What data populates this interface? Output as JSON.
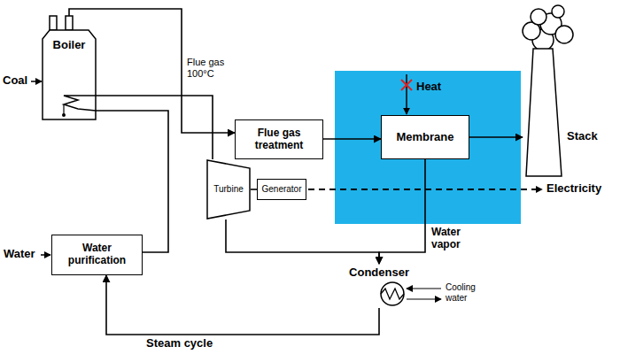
{
  "diagram": {
    "nodes": [
      {
        "text": [
          "Boiler"
        ]
      },
      {
        "text": [
          "Flue gas treatment"
        ]
      },
      {
        "text": [
          "Membrane"
        ]
      },
      {
        "text": [
          "Stack"
        ]
      },
      {
        "text": [
          "Turbine"
        ]
      },
      {
        "text": [
          "Generator"
        ]
      },
      {
        "text": [
          "Water purification"
        ]
      },
      {
        "text": [
          "Condenser"
        ]
      }
    ],
    "edges": [
      {
        "from": 0,
        "to": 1,
        "label": "Flue gas 100°C",
        "arrow": "to"
      },
      {
        "from": 1,
        "to": 2,
        "arrow": "to"
      },
      {
        "from": 2,
        "to": 3,
        "arrow": "to"
      },
      {
        "from": 0,
        "to": 4,
        "arrow": "none"
      },
      {
        "from": 4,
        "to": 5,
        "arrow": "none"
      },
      {
        "from": 2,
        "to": 7,
        "label": "Water vapor",
        "arrow": "to"
      },
      {
        "from": 4,
        "to": 7,
        "arrow": "to"
      },
      {
        "from": 7,
        "to": 6,
        "label": "Steam cycle",
        "arrow": "to"
      },
      {
        "from": 6,
        "to": 0,
        "arrow": "none"
      }
    ],
    "labels": [
      "Coal",
      "Water",
      "Heat",
      "Electricity",
      "Cooling water"
    ]
  }
}
